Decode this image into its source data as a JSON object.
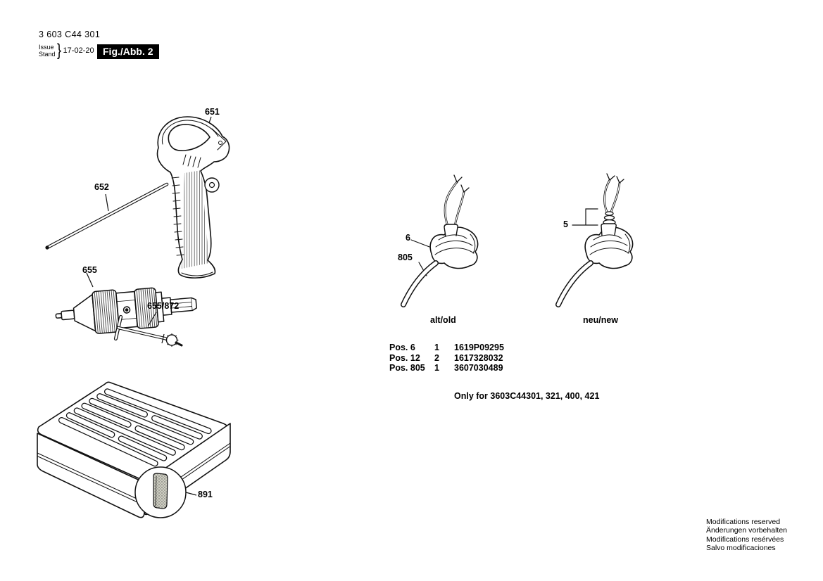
{
  "header": {
    "part_number": "3 603 C44 301",
    "issue_label": "Issue",
    "stand_label": "Stand",
    "date": "17-02-20",
    "figure_label": "Fig./Abb. 2"
  },
  "callouts": {
    "handle": "651",
    "depth_rod": "652",
    "chuck": "655",
    "chuck_key": "655/872",
    "case_detail": "891",
    "grommet_old": "6",
    "cord": "805",
    "assembly_new": "5",
    "caption_old": "alt/old",
    "caption_new": "neu/new"
  },
  "parts_table": {
    "rows": [
      {
        "pos": "Pos. 6",
        "qty": "1",
        "number": "1619P09295"
      },
      {
        "pos": "Pos. 12",
        "qty": "2",
        "number": "1617328032"
      },
      {
        "pos": "Pos. 805",
        "qty": "1",
        "number": "3607030489"
      }
    ],
    "note": "Only for 3603C44301, 321, 400, 421"
  },
  "footer": {
    "lines": [
      "Modifications reserved",
      "Änderungen vorbehalten",
      "Modifications resérvées",
      "Salvo modificaciones"
    ]
  }
}
